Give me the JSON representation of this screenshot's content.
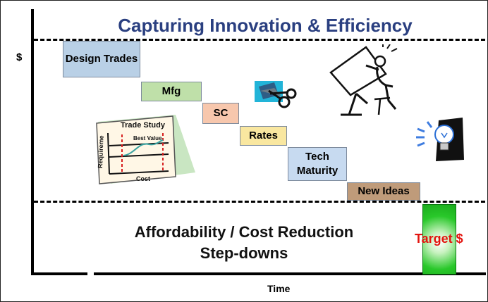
{
  "title": "Capturing Innovation & Efficiency",
  "axis": {
    "y_label": "$",
    "x_label": "Time"
  },
  "steps": [
    {
      "label": "Design Trades",
      "color": "#b9d0e6"
    },
    {
      "label": "Mfg",
      "color": "#bfe0a9"
    },
    {
      "label": "SC",
      "color": "#f7c7ad"
    },
    {
      "label": "Rates",
      "color": "#f9e7a0"
    },
    {
      "label": "Tech Maturity",
      "color": "#c7daf0"
    },
    {
      "label": "New Ideas",
      "color": "#bf9b7a"
    }
  ],
  "main_text": {
    "line1": "Affordability / Cost Reduction",
    "line2": "Step-downs"
  },
  "target": {
    "label": "Target $",
    "bar_color": "#29c82a",
    "label_color": "#e3140f"
  },
  "trade_study_clipart": {
    "title": "Trade Study",
    "best_value": "Best Value",
    "ylabel": "Requireme",
    "xlabel": "Cost"
  },
  "colors": {
    "title": "#2a3f80",
    "dashed_lines": "#000000"
  }
}
